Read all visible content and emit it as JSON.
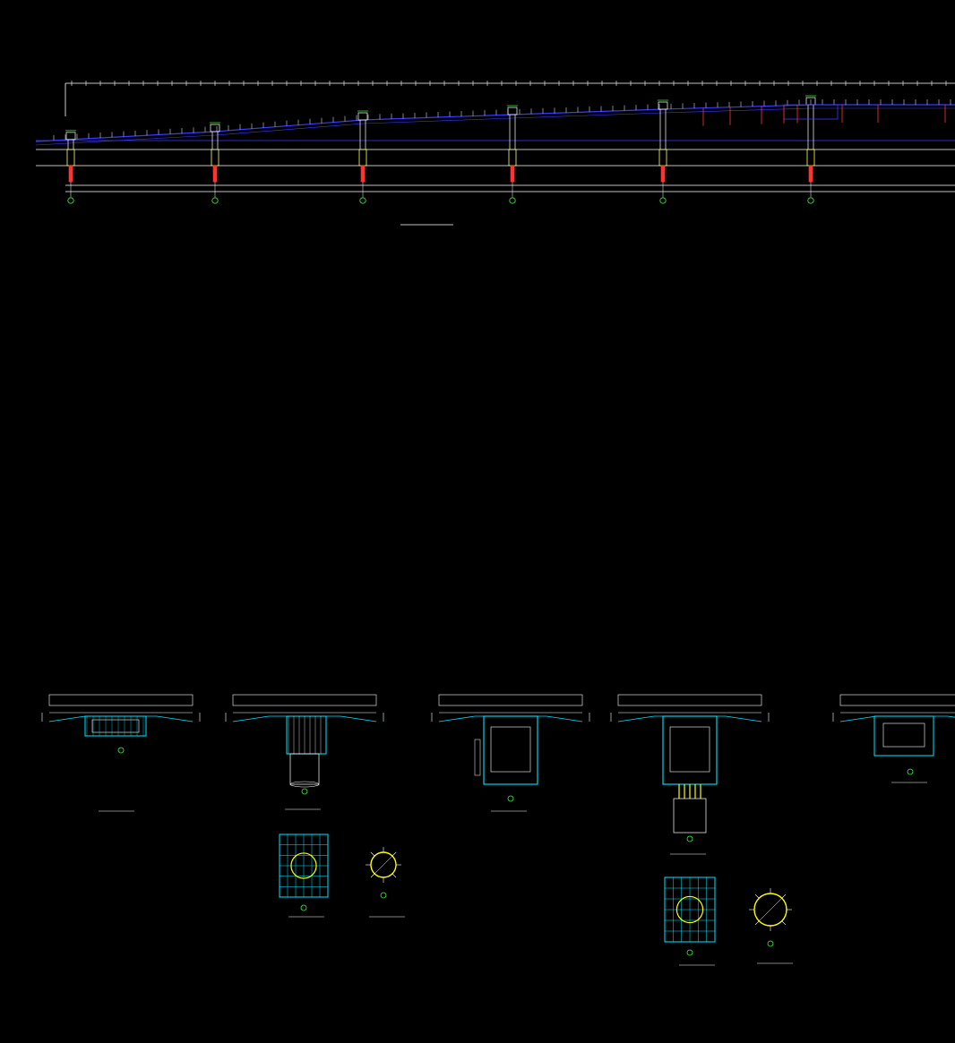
{
  "drawing": {
    "colors": {
      "background": "#000000",
      "deck_line": "#3a3aff",
      "ground": "#ffffff",
      "pier": "#ffff66",
      "pile": "#ff3333",
      "rebar": "#00e5ff",
      "axis_bubble": "#33ff33",
      "circle_section": "#ffff00"
    },
    "elevation": {
      "title": "",
      "axis_count": 6
    },
    "sections": [
      {
        "id": "s1",
        "title": ""
      },
      {
        "id": "s2",
        "title": ""
      },
      {
        "id": "s3",
        "title": ""
      },
      {
        "id": "s4",
        "title": ""
      },
      {
        "id": "s5",
        "title": ""
      }
    ],
    "details": [
      {
        "id": "d1",
        "title": ""
      },
      {
        "id": "d2",
        "title": ""
      },
      {
        "id": "d3",
        "title": ""
      },
      {
        "id": "d4",
        "title": ""
      }
    ]
  }
}
